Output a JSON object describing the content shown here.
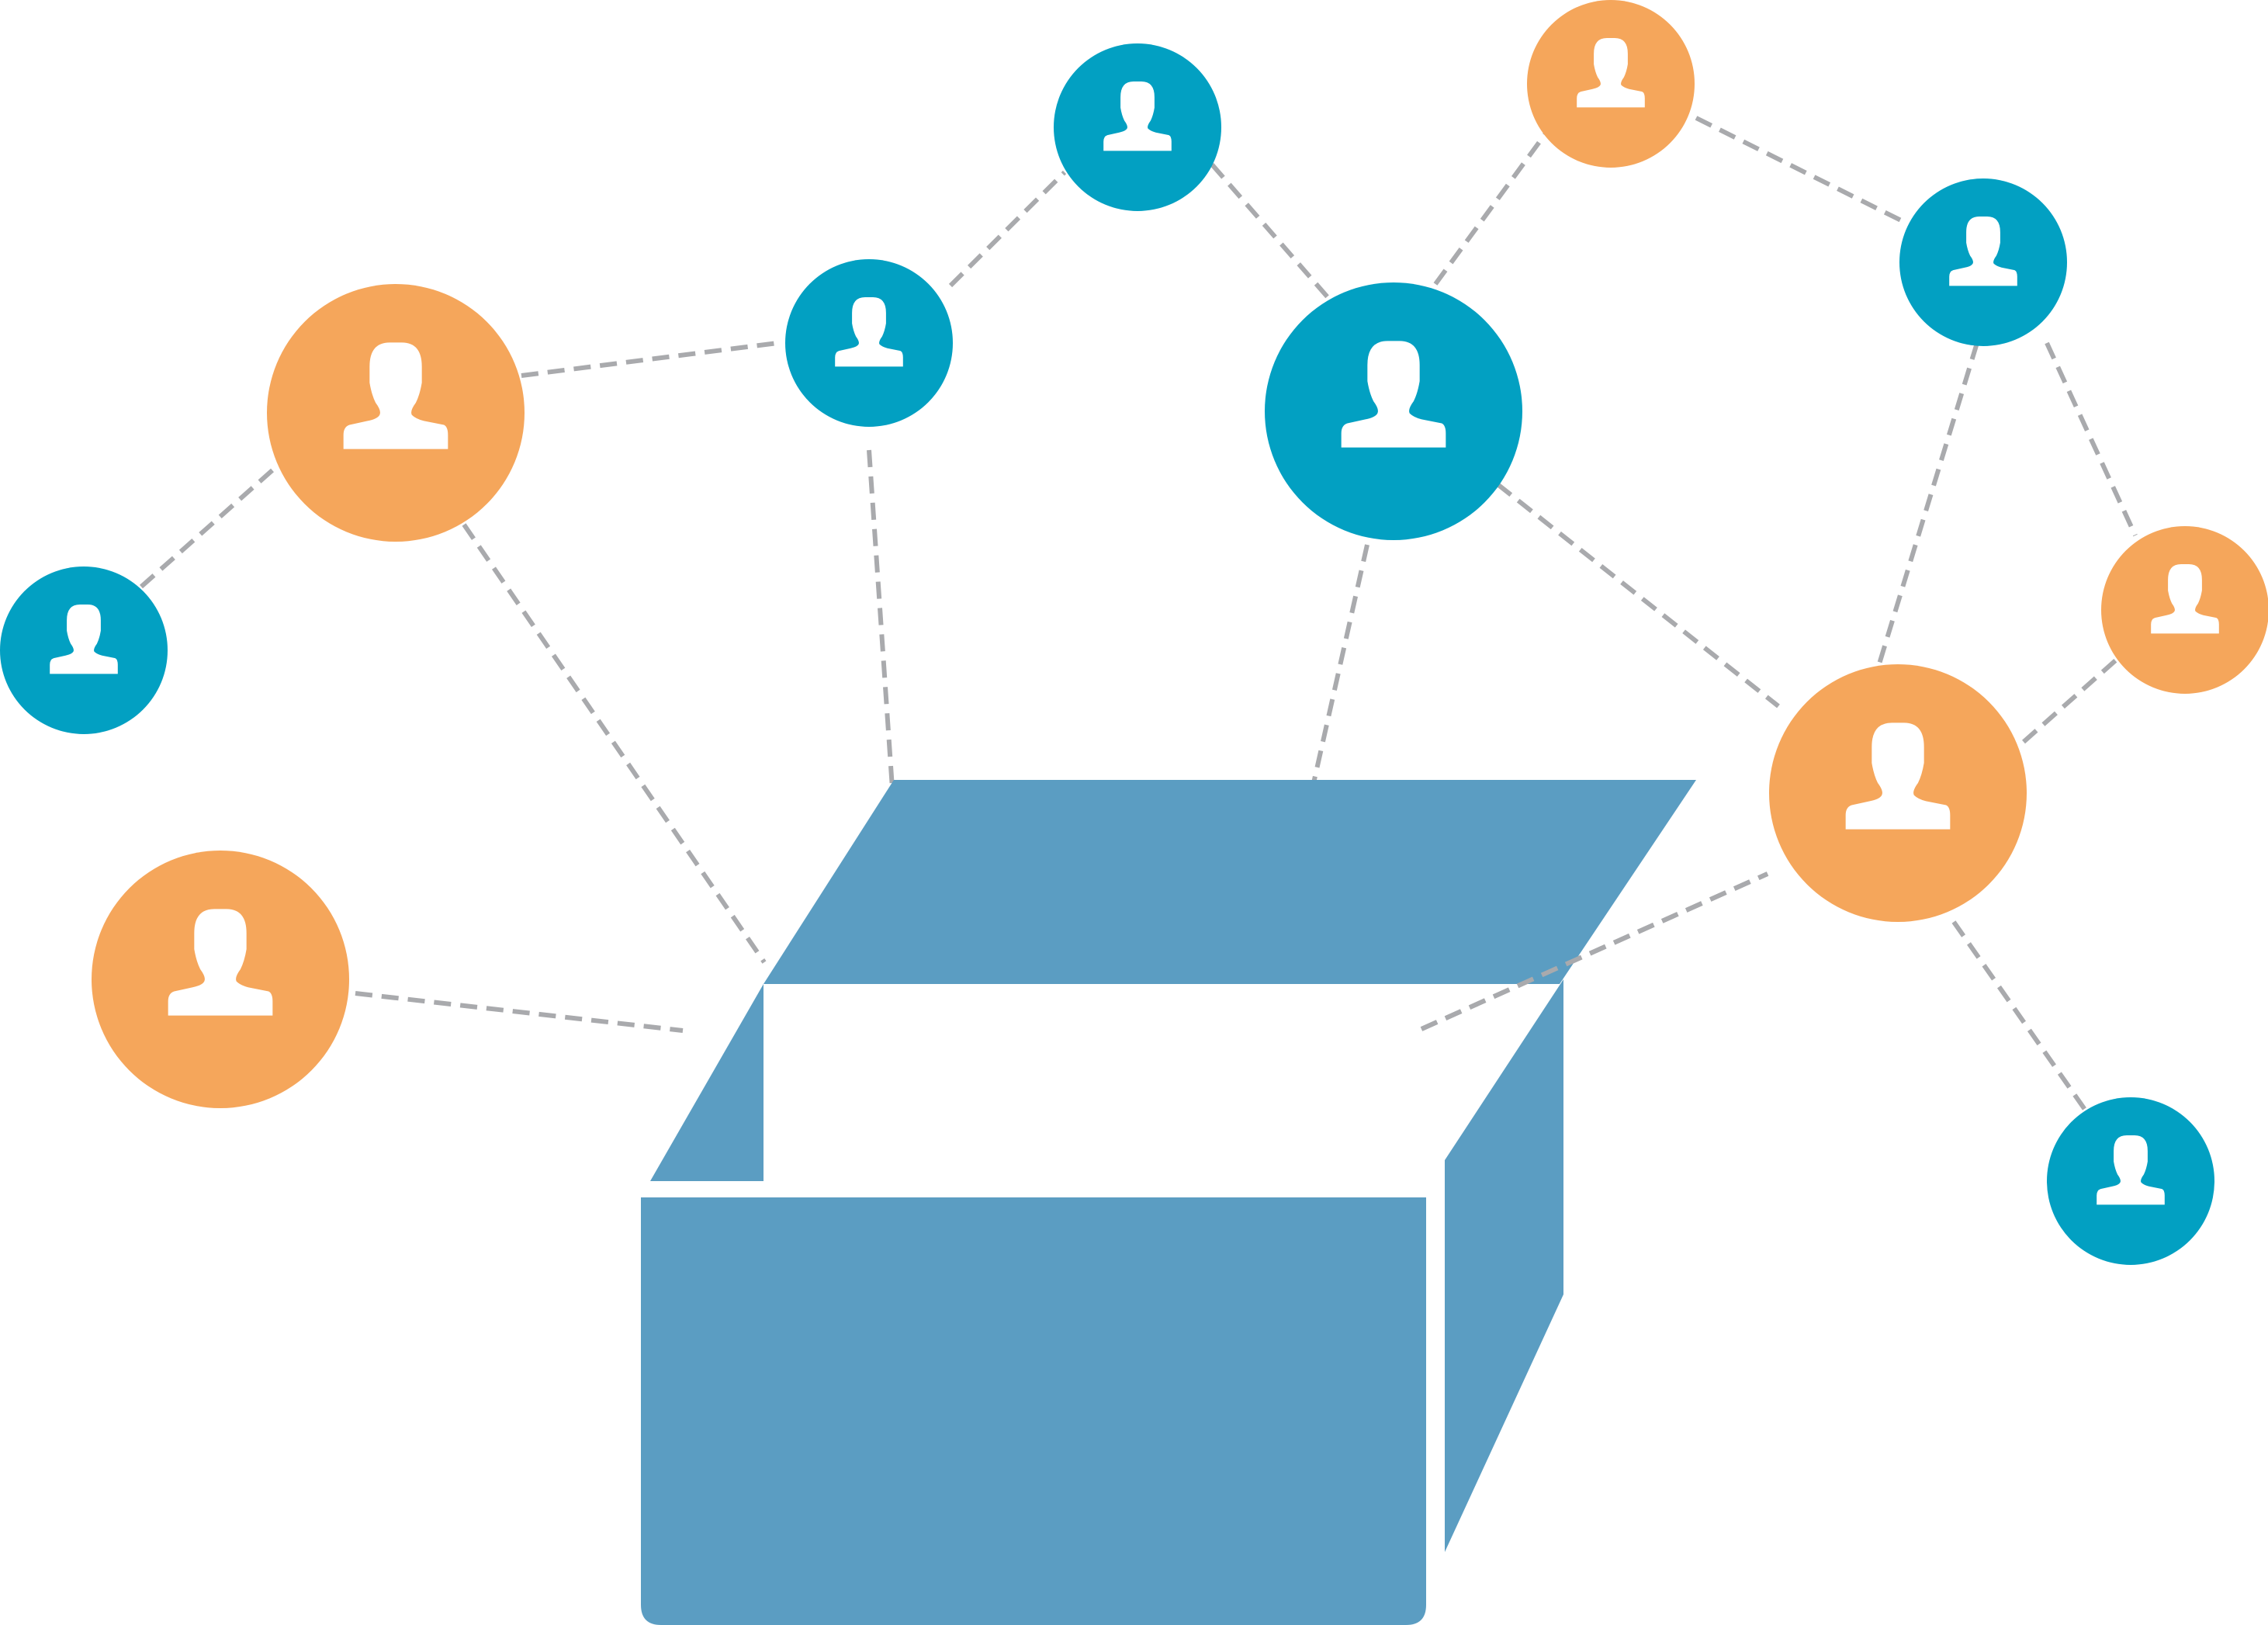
{
  "colors": {
    "background": "#ffffff",
    "box": "#5b9dc2",
    "node_orange": "#f5a65b",
    "node_blue": "#02a0c2",
    "person": "#ffffff",
    "connector": "#a9aaad"
  },
  "icons": {
    "node": "user-silhouette-icon",
    "center": "open-box-icon"
  },
  "nodes": [
    {
      "name": "node-orange-upper-left",
      "color": "orange"
    },
    {
      "name": "node-blue-far-left",
      "color": "blue"
    },
    {
      "name": "node-orange-lower-left",
      "color": "orange"
    },
    {
      "name": "node-blue-center-left",
      "color": "blue"
    },
    {
      "name": "node-blue-top",
      "color": "blue"
    },
    {
      "name": "node-blue-center-large",
      "color": "blue"
    },
    {
      "name": "node-orange-top-right",
      "color": "orange"
    },
    {
      "name": "node-blue-upper-right",
      "color": "blue"
    },
    {
      "name": "node-orange-right",
      "color": "orange"
    },
    {
      "name": "node-orange-lower-right-large",
      "color": "orange"
    },
    {
      "name": "node-blue-bottom-right",
      "color": "blue"
    }
  ]
}
